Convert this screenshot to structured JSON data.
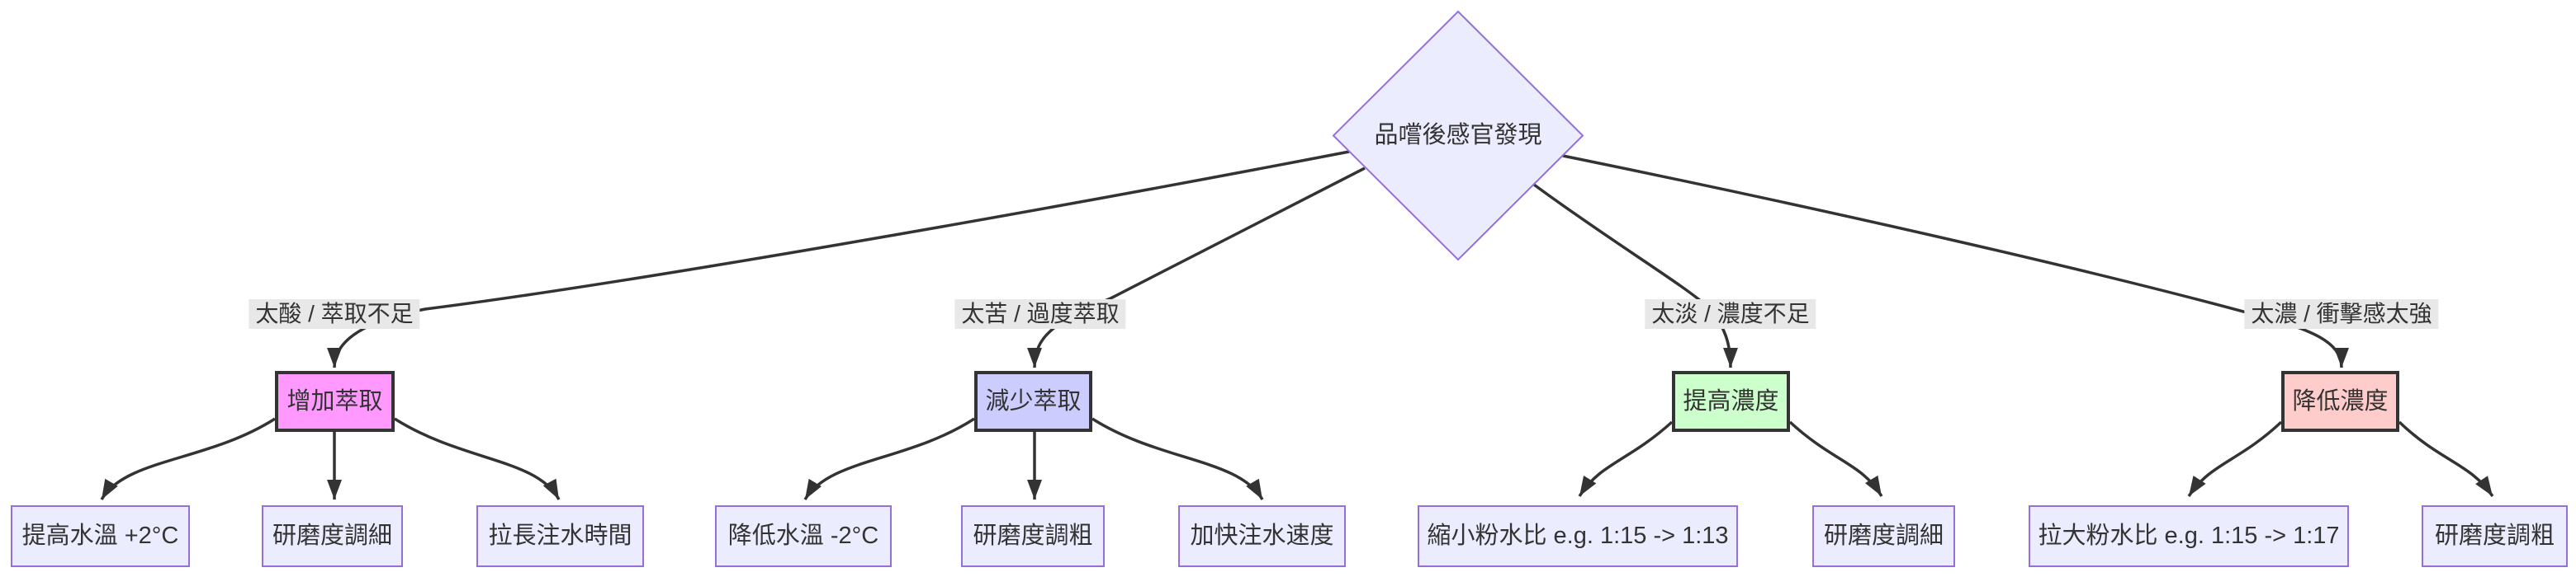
{
  "diagram": {
    "title_node": {
      "label": "品嚐後感官發現",
      "shape": "diamond",
      "fill": "#ECECFF",
      "border": "#9370DB"
    },
    "colors": {
      "edge": "#333333",
      "edge_label_bg": "#e8e8e8",
      "default_node_fill": "#ECECFF",
      "default_node_border": "#9370DB",
      "action_border": "#333333",
      "text": "#333333"
    },
    "branches": [
      {
        "condition": "太酸 / 萃取不足",
        "action": "增加萃取",
        "action_fill": "#ff99ff",
        "leaves": [
          "提高水溫 +2°C",
          "研磨度調細",
          "拉長注水時間"
        ]
      },
      {
        "condition": "太苦 / 過度萃取",
        "action": "減少萃取",
        "action_fill": "#ccccff",
        "leaves": [
          "降低水溫 -2°C",
          "研磨度調粗",
          "加快注水速度"
        ]
      },
      {
        "condition": "太淡 / 濃度不足",
        "action": "提高濃度",
        "action_fill": "#ccffcc",
        "leaves": [
          "縮小粉水比 e.g. 1:15 -> 1:13",
          "研磨度調細"
        ]
      },
      {
        "condition": "太濃 / 衝擊感太強",
        "action": "降低濃度",
        "action_fill": "#ffcccc",
        "leaves": [
          "拉大粉水比 e.g. 1:15 -> 1:17",
          "研磨度調粗"
        ]
      }
    ]
  }
}
